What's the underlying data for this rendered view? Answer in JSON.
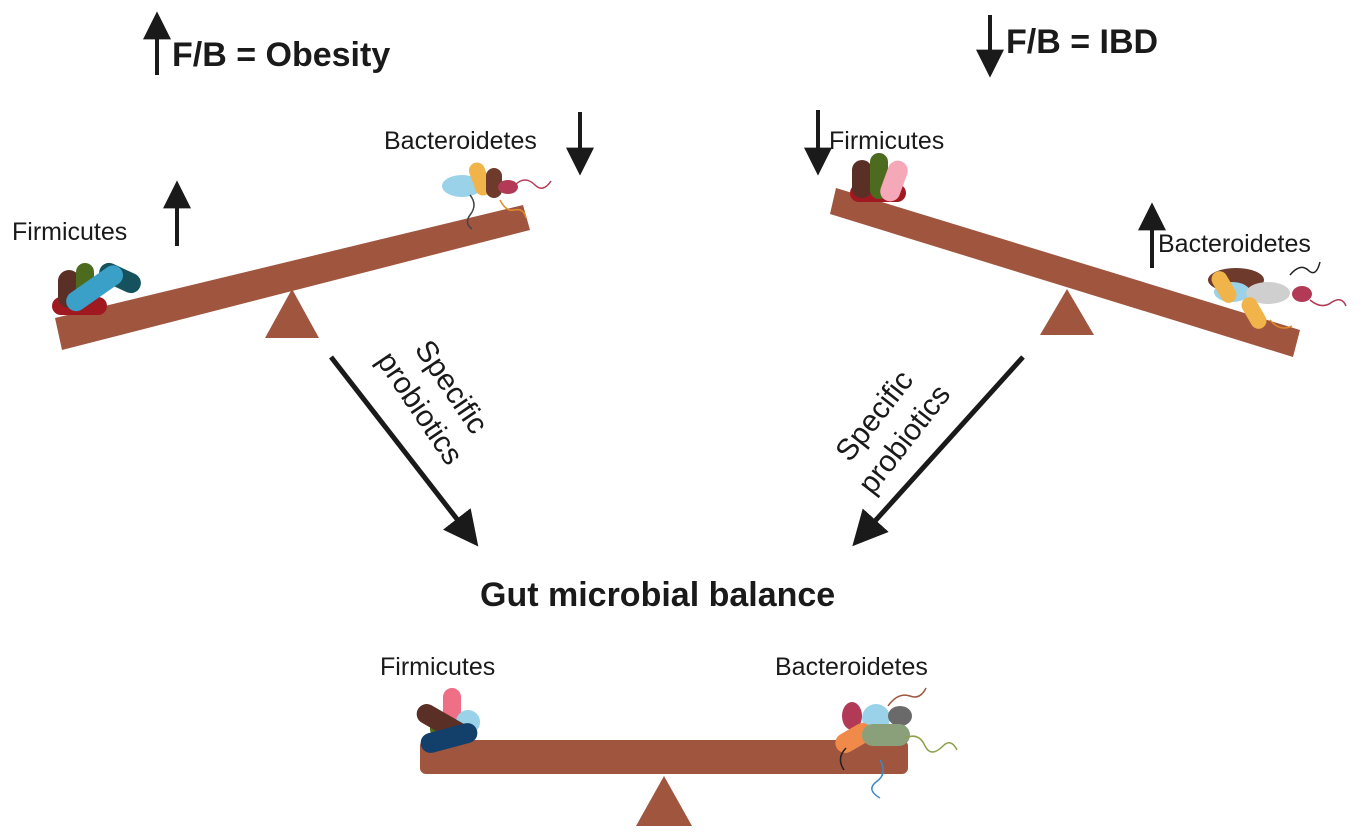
{
  "headings": {
    "obesity": "F/B = Obesity",
    "ibd": "F/B = IBD",
    "balance": "Gut microbial balance"
  },
  "labels": {
    "obesity_firmicutes": "Firmicutes",
    "obesity_bacteroidetes": "Bacteroidetes",
    "ibd_firmicutes": "Firmicutes",
    "ibd_bacteroidetes": "Bacteroidetes",
    "balance_firmicutes": "Firmicutes",
    "balance_bacteroidetes": "Bacteroidetes"
  },
  "arrows": {
    "left_line1": "Specific",
    "left_line2": "probiotics",
    "right_line1": "Specific",
    "right_line2": "probiotics"
  },
  "colors": {
    "seesaw": "#a0553f",
    "arrow": "#1a1a1a"
  }
}
